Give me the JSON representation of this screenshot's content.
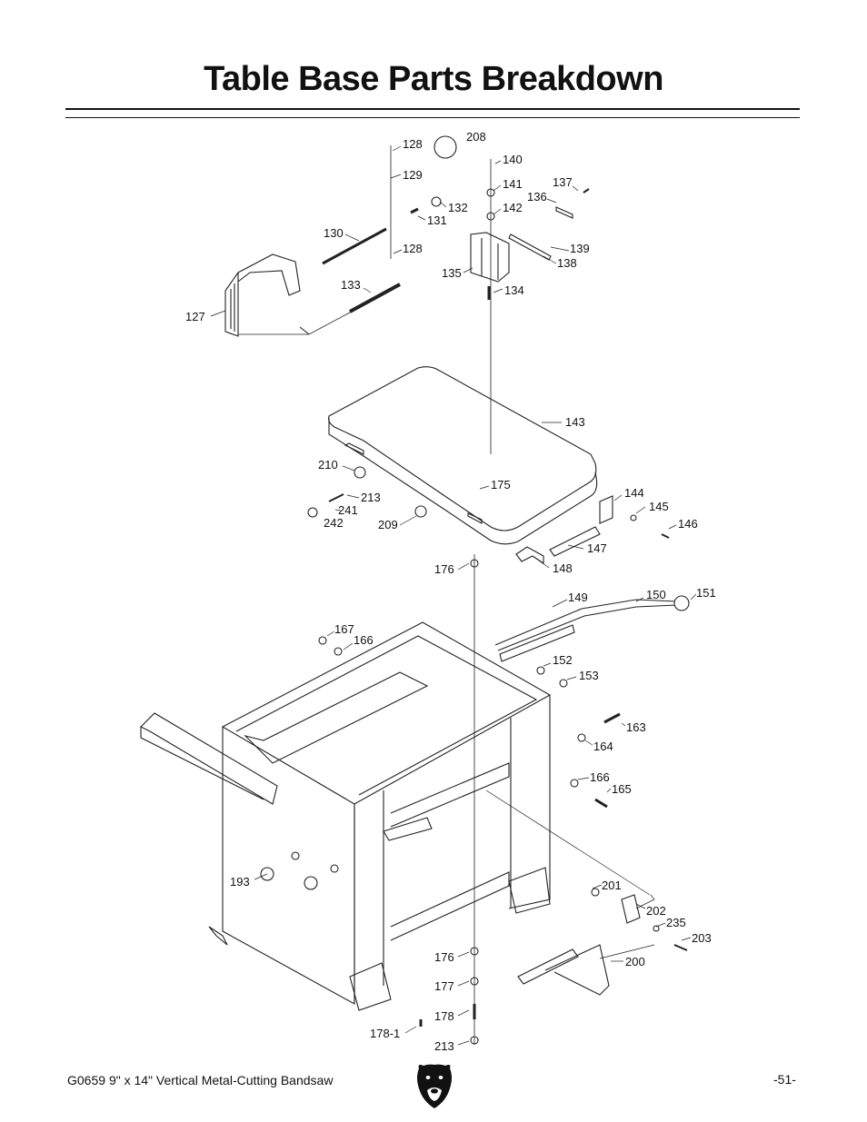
{
  "title": "Table Base Parts Breakdown",
  "footer": {
    "model": "G0659",
    "description": "9\" x 14\" Vertical Metal-Cutting Bandsaw",
    "page": "-51-"
  },
  "labels": [
    "128",
    "208",
    "140",
    "129",
    "141",
    "137",
    "136",
    "142",
    "132",
    "131",
    "130",
    "139",
    "128",
    "138",
    "135",
    "133",
    "134",
    "127",
    "143",
    "210",
    "175",
    "213",
    "241",
    "242",
    "209",
    "144",
    "145",
    "146",
    "147",
    "148",
    "176",
    "149",
    "150",
    "151",
    "167",
    "166",
    "152",
    "153",
    "163",
    "164",
    "166",
    "165",
    "193",
    "201",
    "202",
    "235",
    "203",
    "200",
    "176",
    "177",
    "178",
    "178-1",
    "213"
  ]
}
